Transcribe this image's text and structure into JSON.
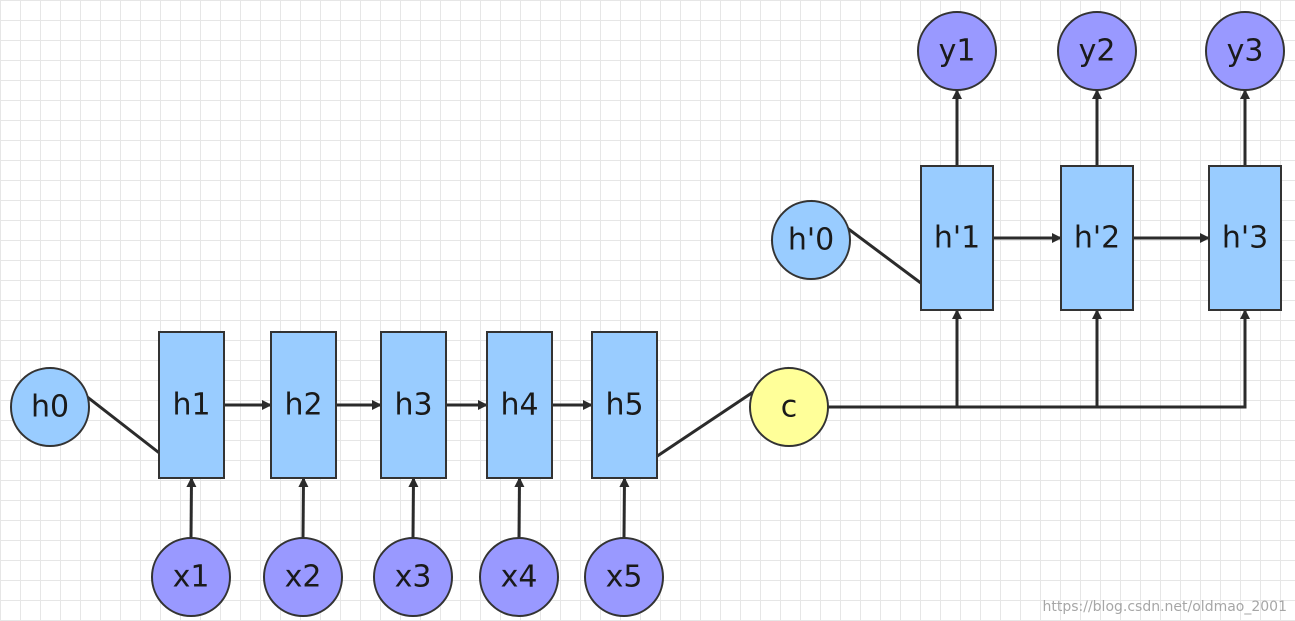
{
  "colors": {
    "hidden_fill": "#99ccff",
    "input_fill": "#9999ff",
    "context_fill": "#ffff99",
    "stroke": "#333333",
    "edge": "#2b2b2b"
  },
  "nodes": [
    {
      "id": "h0",
      "label": "h0",
      "shape": "circle",
      "color": "hidden"
    },
    {
      "id": "h1",
      "label": "h1",
      "shape": "rect",
      "color": "hidden"
    },
    {
      "id": "h2",
      "label": "h2",
      "shape": "rect",
      "color": "hidden"
    },
    {
      "id": "h3",
      "label": "h3",
      "shape": "rect",
      "color": "hidden"
    },
    {
      "id": "h4",
      "label": "h4",
      "shape": "rect",
      "color": "hidden"
    },
    {
      "id": "h5",
      "label": "h5",
      "shape": "rect",
      "color": "hidden"
    },
    {
      "id": "x1",
      "label": "x1",
      "shape": "circle",
      "color": "input"
    },
    {
      "id": "x2",
      "label": "x2",
      "shape": "circle",
      "color": "input"
    },
    {
      "id": "x3",
      "label": "x3",
      "shape": "circle",
      "color": "input"
    },
    {
      "id": "x4",
      "label": "x4",
      "shape": "circle",
      "color": "input"
    },
    {
      "id": "x5",
      "label": "x5",
      "shape": "circle",
      "color": "input"
    },
    {
      "id": "c",
      "label": "c",
      "shape": "circle",
      "color": "context"
    },
    {
      "id": "hp0",
      "label": "h'0",
      "shape": "circle",
      "color": "hidden"
    },
    {
      "id": "hp1",
      "label": "h'1",
      "shape": "rect",
      "color": "hidden"
    },
    {
      "id": "hp2",
      "label": "h'2",
      "shape": "rect",
      "color": "hidden"
    },
    {
      "id": "hp3",
      "label": "h'3",
      "shape": "rect",
      "color": "hidden"
    },
    {
      "id": "y1",
      "label": "y1",
      "shape": "circle",
      "color": "input"
    },
    {
      "id": "y2",
      "label": "y2",
      "shape": "circle",
      "color": "input"
    },
    {
      "id": "y3",
      "label": "y3",
      "shape": "circle",
      "color": "input"
    }
  ],
  "edges": [
    {
      "from": "h0",
      "to": "h1"
    },
    {
      "from": "h1",
      "to": "h2"
    },
    {
      "from": "h2",
      "to": "h3"
    },
    {
      "from": "h3",
      "to": "h4"
    },
    {
      "from": "h4",
      "to": "h5"
    },
    {
      "from": "h5",
      "to": "c"
    },
    {
      "from": "x1",
      "to": "h1"
    },
    {
      "from": "x2",
      "to": "h2"
    },
    {
      "from": "x3",
      "to": "h3"
    },
    {
      "from": "x4",
      "to": "h4"
    },
    {
      "from": "x5",
      "to": "h5"
    },
    {
      "from": "hp0",
      "to": "hp1"
    },
    {
      "from": "hp1",
      "to": "hp2"
    },
    {
      "from": "hp2",
      "to": "hp3"
    },
    {
      "from": "hp1",
      "to": "y1"
    },
    {
      "from": "hp2",
      "to": "y2"
    },
    {
      "from": "hp3",
      "to": "y3"
    },
    {
      "from": "c",
      "to": "hp1"
    },
    {
      "from": "c",
      "to": "hp2"
    },
    {
      "from": "c",
      "to": "hp3"
    }
  ],
  "watermark": "https://blog.csdn.net/oldmao_2001"
}
